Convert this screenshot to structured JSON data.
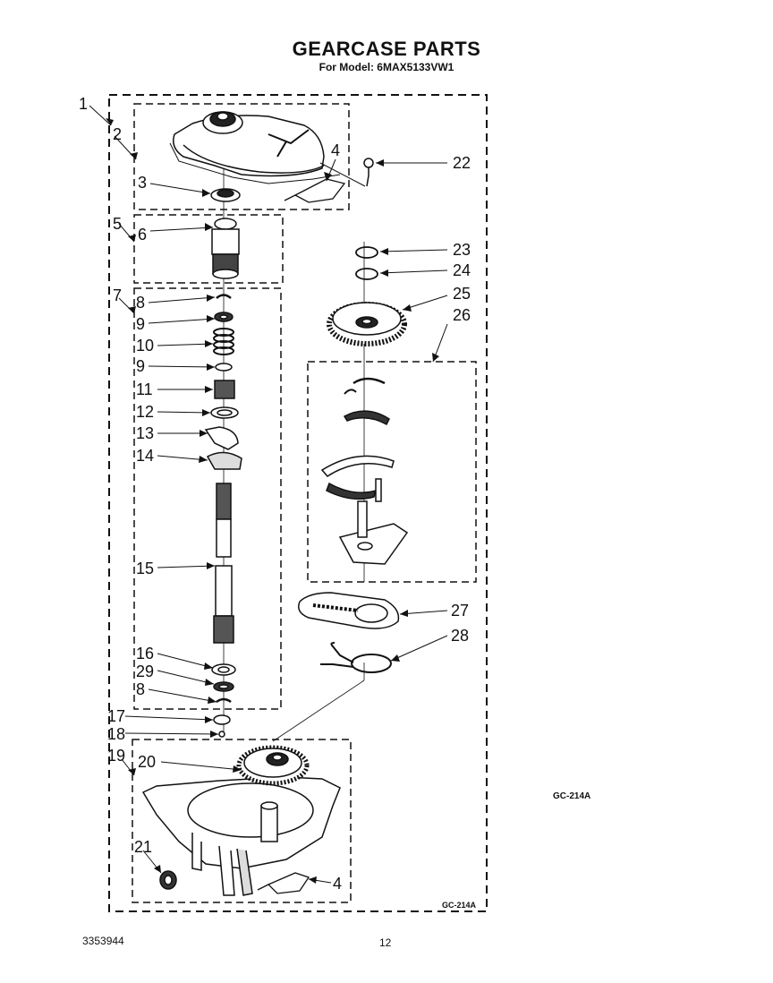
{
  "header": {
    "title": "GEARCASE PARTS",
    "subtitle": "For Model: 6MAX5133VW1"
  },
  "figure_codes": {
    "side": "GC-214A",
    "box": "GC-214A"
  },
  "footer": {
    "doc_number": "3353944",
    "page_number": "12"
  },
  "callouts": [
    "1",
    "2",
    "3",
    "4",
    "5",
    "6",
    "7",
    "8",
    "9",
    "10",
    "9",
    "11",
    "12",
    "13",
    "14",
    "15",
    "16",
    "29",
    "8",
    "17",
    "18",
    "19",
    "20",
    "21",
    "4",
    "22",
    "23",
    "24",
    "25",
    "26",
    "27",
    "28"
  ]
}
